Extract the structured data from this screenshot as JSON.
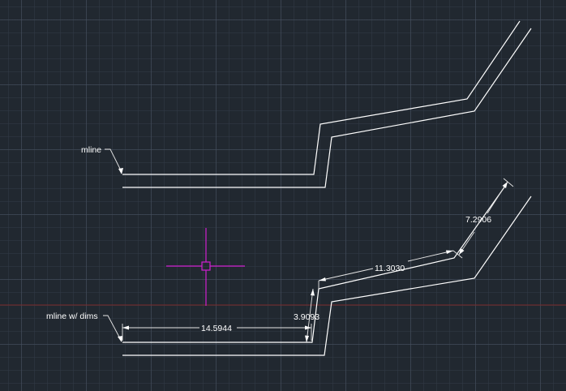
{
  "drawing": {
    "labels": {
      "mline": "mline",
      "mline_dims": "mline w/ dims"
    },
    "dimensions": {
      "bottom_length": "14.5944",
      "vertical_offset": "3.9093",
      "slanted_length": "11.3030",
      "diagonal_length": "7.2906"
    }
  },
  "colors": {
    "background": "#212830",
    "geometry": "#ffffff",
    "cursor": "#d020d0",
    "x_axis": "#7a2a2a"
  },
  "icons": {
    "cursor": "crosshair-pickbox-icon"
  }
}
